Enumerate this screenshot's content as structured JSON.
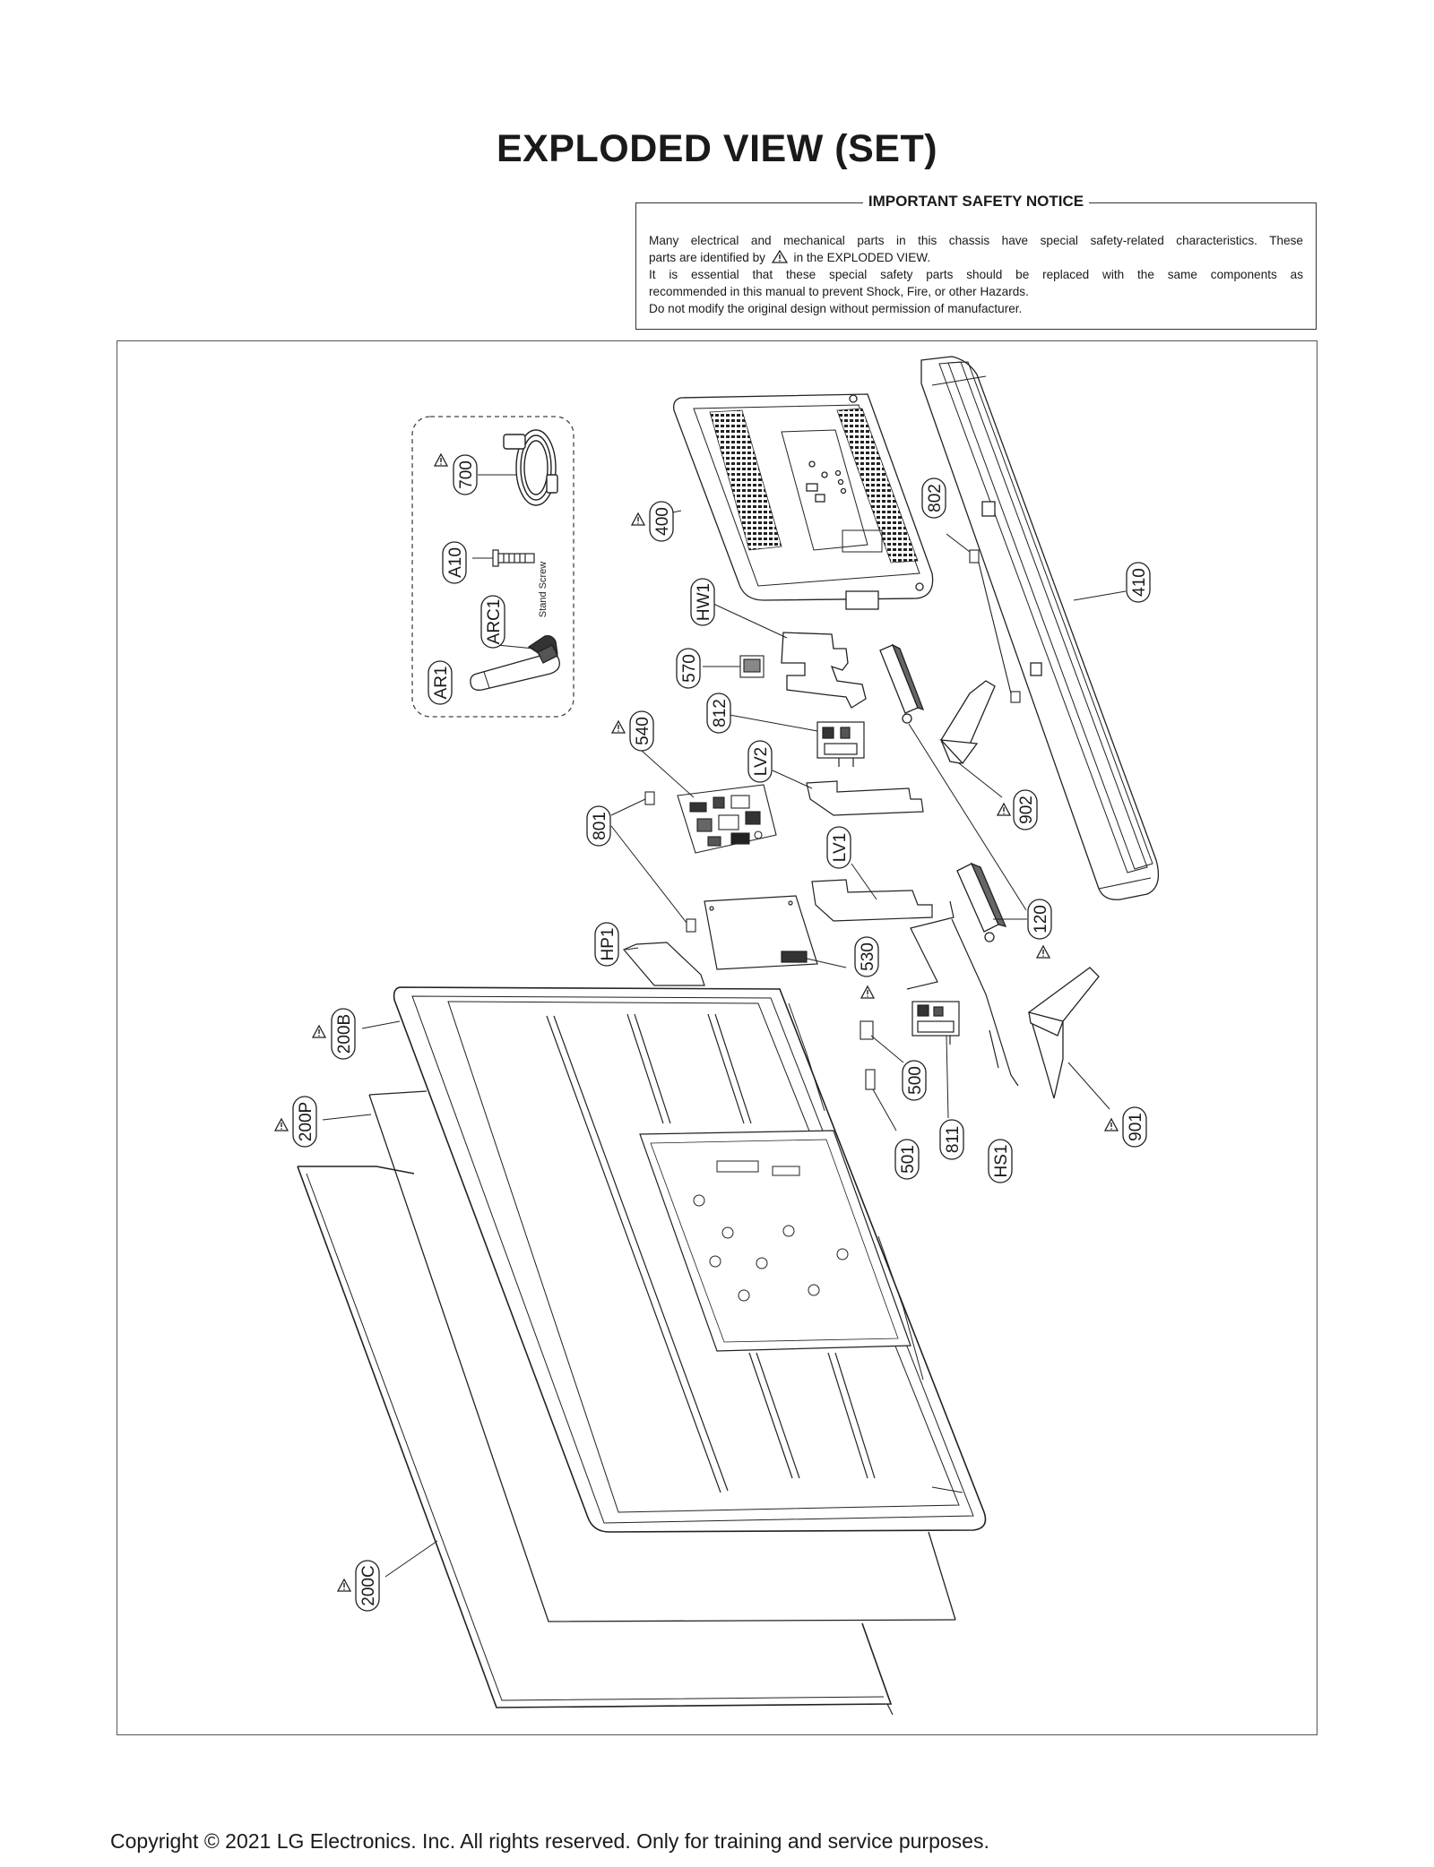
{
  "title": "EXPLODED VIEW (SET)",
  "notice": {
    "heading": "IMPORTANT SAFETY NOTICE",
    "line1": "Many electrical and mechanical parts in this chassis have special safety-related characteristics. These",
    "line2a": "parts are identified by",
    "line2b": "in the EXPLODED VIEW.",
    "line3": "It is essential that these special safety parts should be replaced with the same components as",
    "line4": "recommended in this manual to prevent Shock, Fire, or other Hazards.",
    "line5": "Do not modify the original design without permission of manufacturer."
  },
  "accessory_note": "Stand Screw",
  "parts": {
    "p700": "700",
    "pA10": "A10",
    "pARC1": "ARC1",
    "pAR1": "AR1",
    "p400": "400",
    "p802": "802",
    "p410": "410",
    "pHW1": "HW1",
    "p570": "570",
    "p812": "812",
    "p540": "540",
    "pLV2": "LV2",
    "p902": "902",
    "p801": "801",
    "pLV1": "LV1",
    "p120": "120",
    "pHP1": "HP1",
    "p530": "530",
    "p200B": "200B",
    "p500": "500",
    "p200P": "200P",
    "p901": "901",
    "p501": "501",
    "p811": "811",
    "pHS1": "HS1",
    "p200C": "200C"
  },
  "footer": {
    "copyright": "Copyright  © 2021 LG Electronics. Inc. All rights reserved.",
    "purpose": " Only for training and service purposes."
  }
}
